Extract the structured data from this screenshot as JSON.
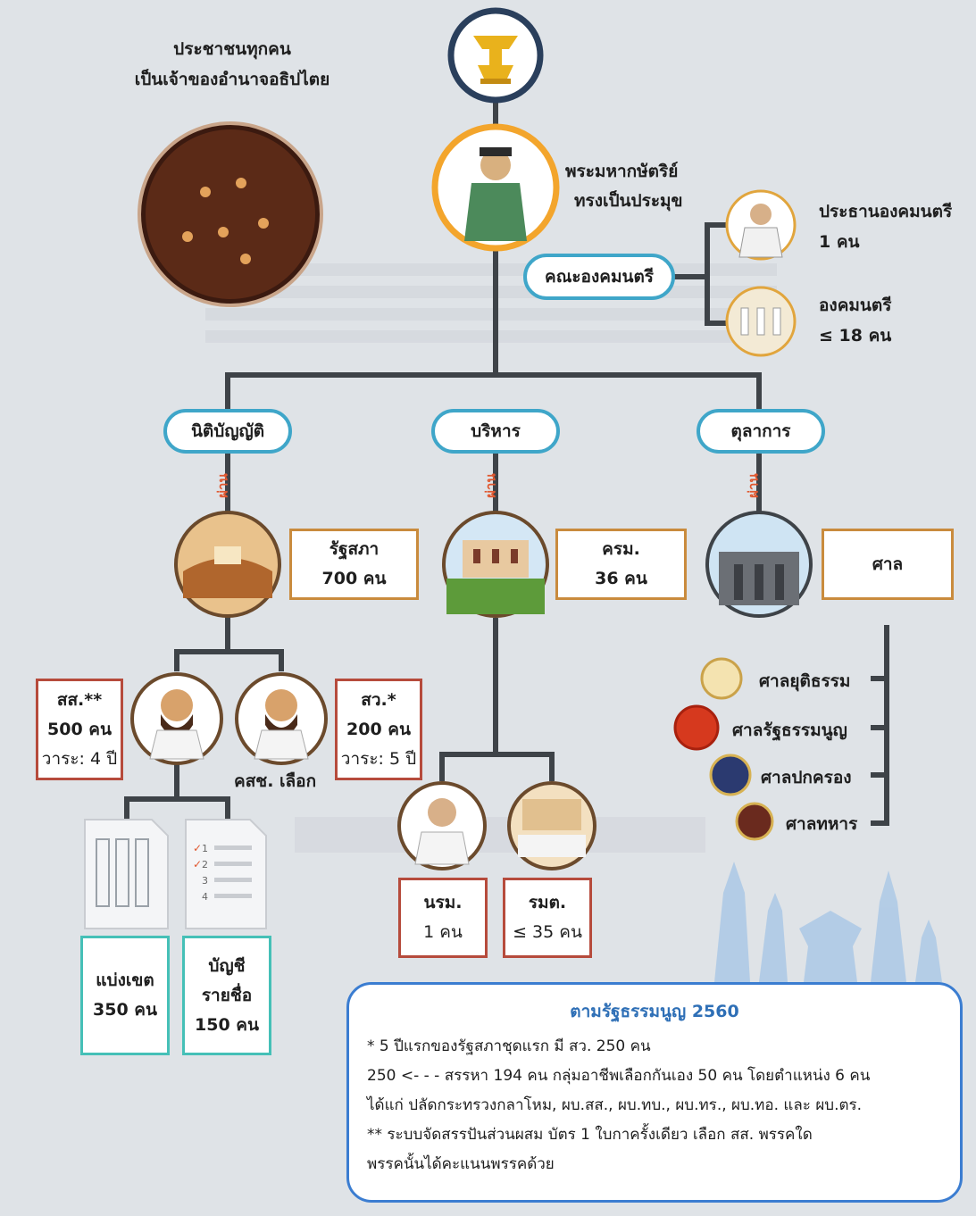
{
  "people": {
    "line1": "ประชาชนทุกคน",
    "line2": "เป็นเจ้าของอำนาจอธิปไตย"
  },
  "king": {
    "line1": "พระมหากษัตริย์",
    "line2": "ทรงเป็นประมุข"
  },
  "privy_council": {
    "label": "คณะองคมนตรี",
    "president": {
      "title": "ประธานองคมนตรี",
      "count": "1 คน"
    },
    "members": {
      "title": "องคมนตรี",
      "count": "≤ 18 คน"
    }
  },
  "branches": {
    "legislative": "นิติบัญญัติ",
    "executive": "บริหาร",
    "judicial": "ตุลาการ",
    "via": "ผ่าน"
  },
  "parliament": {
    "name": "รัฐสภา",
    "count": "700 คน"
  },
  "cabinet": {
    "name": "ครม.",
    "count": "36 คน"
  },
  "court": {
    "name": "ศาล"
  },
  "mp": {
    "name": "สส.**",
    "count": "500 คน",
    "term": "วาระ: 4 ปี"
  },
  "senator": {
    "name": "สว.*",
    "count": "200 คน",
    "term": "วาระ: 5 ปี",
    "selected_by": "คสช. เลือก"
  },
  "constituency": {
    "line1": "แบ่งเขต",
    "line2": "350 คน"
  },
  "party_list": {
    "line1": "บัญชี",
    "line2": "รายชื่อ",
    "line3": "150 คน"
  },
  "pm": {
    "name": "นรม.",
    "count": "1 คน"
  },
  "ministers": {
    "name": "รมต.",
    "count": "≤ 35 คน"
  },
  "courts": [
    "ศาลยุติธรรม",
    "ศาลรัฐธรรมนูญ",
    "ศาลปกครอง",
    "ศาลทหาร"
  ],
  "checklist_numbers": [
    "1",
    "2",
    "3",
    "4"
  ],
  "note": {
    "title": "ตามรัฐธรรมนูญ 2560",
    "line1": "* 5 ปีแรกของรัฐสภาชุดแรก มี สว. 250 คน",
    "line2": "250 <- - -  สรรหา 194 คน กลุ่มอาชีพเลือกกันเอง 50 คน โดยตำแหน่ง 6 คน",
    "line3": "ได้แก่ ปลัดกระทรวงกลาโหม, ผบ.สส., ผบ.ทบ., ผบ.ทร., ผบ.ทอ. และ ผบ.ตร.",
    "line4": "** ระบบจัดสรรปันส่วนผสม  บัตร 1 ใบกาครั้งเดียว เลือก สส. พรรคใด",
    "line5": "พรรคนั้นได้คะแนนพรรคด้วย"
  },
  "colors": {
    "blue": "#3fa6c9",
    "orange": "#c98b3d",
    "red": "#b64b3c",
    "teal": "#45c0b7",
    "line": "#3e4348"
  }
}
